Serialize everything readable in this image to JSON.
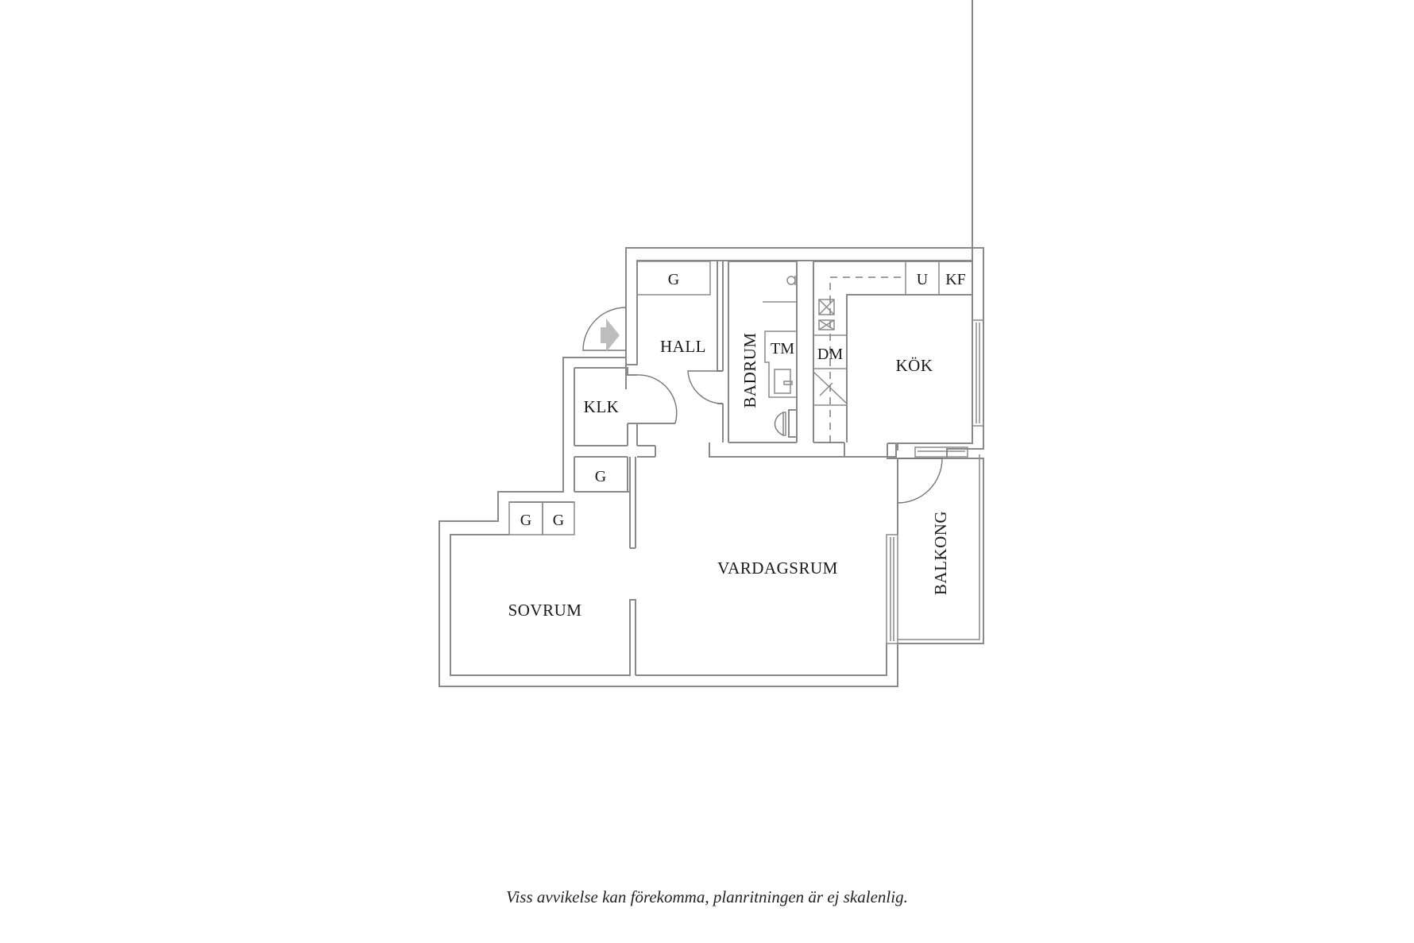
{
  "floorplan": {
    "rooms": {
      "hall": "HALL",
      "badrum": "BADRUM",
      "kok": "KÖK",
      "klk": "KLK",
      "vardagsrum": "VARDAGSRUM",
      "sovrum": "SOVRUM",
      "balkong": "BALKONG"
    },
    "fixtures": {
      "hall_wardrobe": "G",
      "hallway_wardrobe": "G",
      "bedroom_wardrobe_1": "G",
      "bedroom_wardrobe_2": "G",
      "washing_machine": "TM",
      "dishwasher": "DM",
      "oven": "U",
      "fridge_freezer": "KF"
    },
    "entrance_icon": "entrance-arrow-icon",
    "line_color": "#8a8a8a",
    "arrow_color": "#bdbdbd"
  },
  "disclaimer": "Viss avvikelse kan förekomma, planritningen är ej skalenlig."
}
